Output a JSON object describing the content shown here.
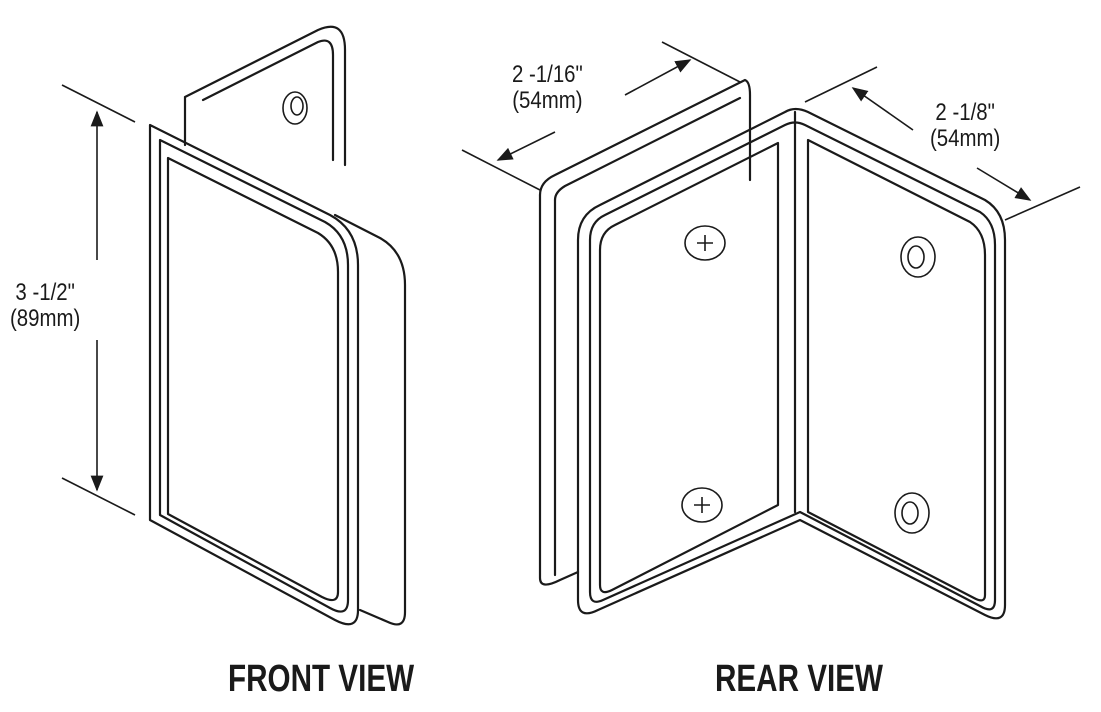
{
  "front_view": {
    "caption": "FRONT VIEW",
    "height_label": "3 -1/2\"",
    "height_metric": "(89mm)"
  },
  "rear_view": {
    "caption": "REAR VIEW",
    "depth_label": "2 -1/16\"",
    "depth_metric": "(54mm)",
    "width_label": "2 -1/8\"",
    "width_metric": "(54mm)"
  }
}
